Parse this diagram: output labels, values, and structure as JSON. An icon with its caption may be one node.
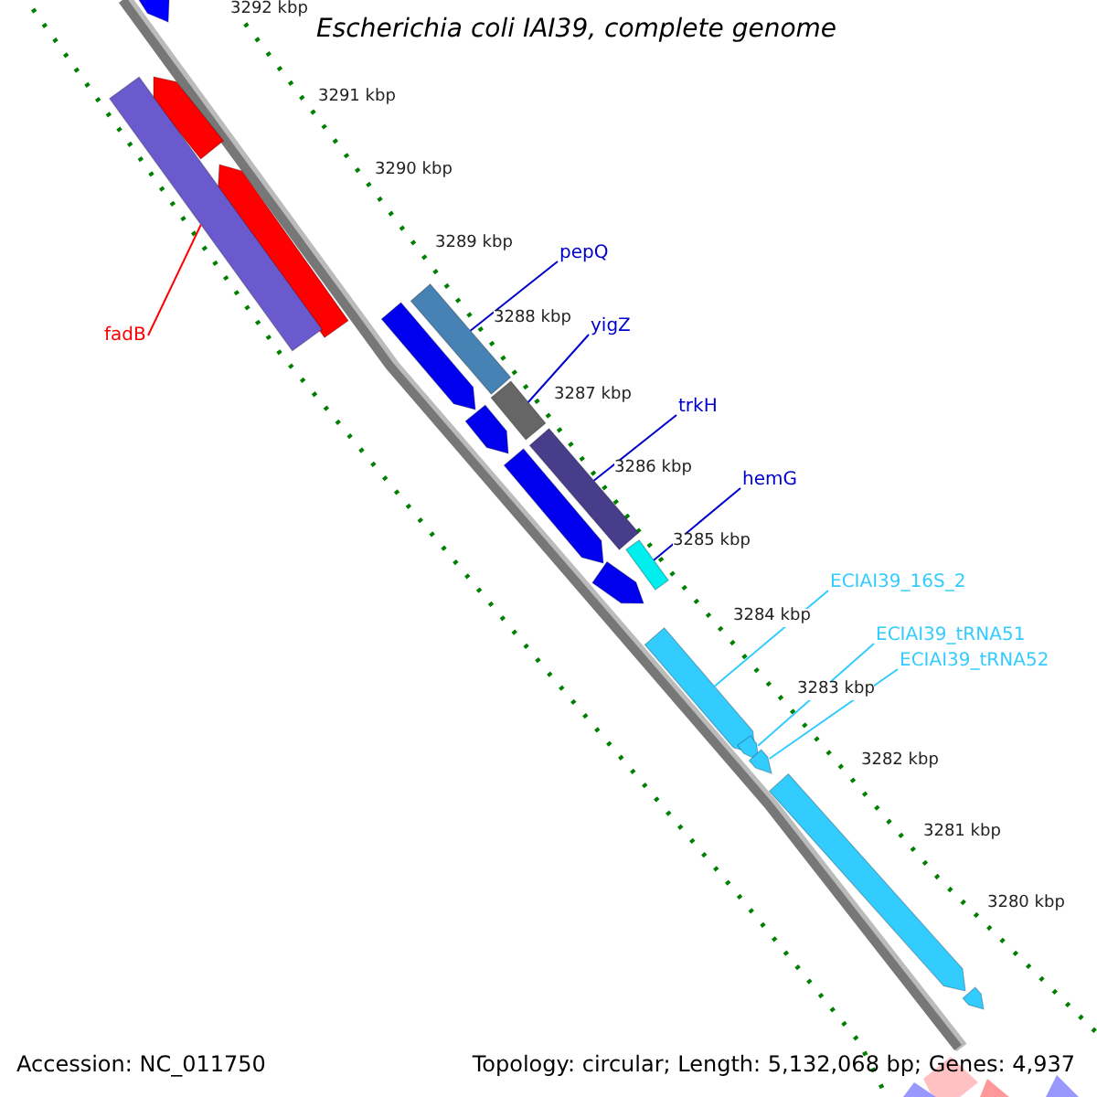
{
  "diagram": {
    "title": "Escherichia coli IAI39, complete genome",
    "nodes": [
      {
        "text": [
          "fadB"
        ]
      },
      {
        "text": [],
        "shape": "bar"
      },
      {
        "text": [
          "pepQ"
        ]
      },
      {
        "text": [],
        "shape": "bar"
      },
      {
        "text": [
          "yigZ"
        ]
      },
      {
        "text": [],
        "shape": "bar"
      },
      {
        "text": [
          "trkH"
        ]
      },
      {
        "text": [],
        "shape": "bar"
      },
      {
        "text": [
          "hemG"
        ]
      },
      {
        "text": [],
        "shape": "bar"
      },
      {
        "text": [
          "ECIAI39_16S_2"
        ]
      },
      {
        "text": [],
        "shape": "arrow"
      },
      {
        "text": [
          "ECIAI39_tRNA51"
        ]
      },
      {
        "text": [],
        "shape": "arrow"
      },
      {
        "text": [
          "ECIAI39_tRNA52"
        ]
      },
      {
        "text": [],
        "shape": "arrow"
      },
      {
        "text": [],
        "shape": "arrow"
      },
      {
        "text": [],
        "shape": "arrow"
      },
      {
        "text": [],
        "shape": "arrow"
      },
      {
        "text": [],
        "shape": "arrow"
      },
      {
        "text": [],
        "shape": "arrow"
      },
      {
        "text": [],
        "shape": "arrow"
      },
      {
        "text": [],
        "shape": "arrow"
      },
      {
        "text": [],
        "shape": "arrow"
      },
      {
        "text": [],
        "shape": "arrow"
      }
    ],
    "edges": [
      {
        "from": 0,
        "to": 1,
        "arrow": "none",
        "color": "#ff0000"
      },
      {
        "from": 2,
        "to": 3,
        "arrow": "none"
      },
      {
        "from": 4,
        "to": 5,
        "arrow": "none"
      },
      {
        "from": 6,
        "to": 7,
        "arrow": "none"
      },
      {
        "from": 8,
        "to": 9,
        "arrow": "none"
      },
      {
        "from": 10,
        "to": 11,
        "arrow": "none",
        "color": "#33ccff"
      },
      {
        "from": 12,
        "to": 13,
        "arrow": "none",
        "color": "#33ccff"
      },
      {
        "from": 14,
        "to": 15,
        "arrow": "none",
        "color": "#33ccff"
      }
    ],
    "labels": [
      "3292 kbp",
      "3291 kbp",
      "3290 kbp",
      "3289 kbp",
      "3288 kbp",
      "3287 kbp",
      "3286 kbp",
      "3285 kbp",
      "3284 kbp",
      "3283 kbp",
      "3282 kbp",
      "3281 kbp",
      "3280 kbp",
      "Accession: NC_011750",
      "Topology: circular; Length: 5,132,068 bp; Genes: 4,937"
    ]
  }
}
